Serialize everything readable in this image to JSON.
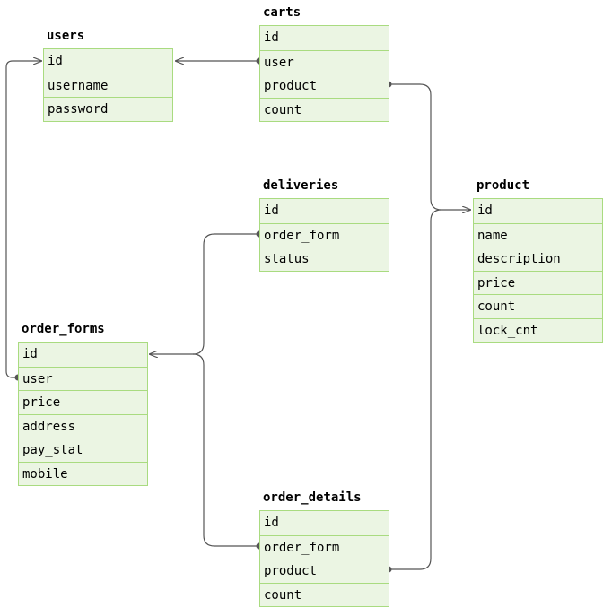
{
  "tables": {
    "users": {
      "title": "users",
      "fields": [
        "id",
        "username",
        "password"
      ]
    },
    "carts": {
      "title": "carts",
      "fields": [
        "id",
        "user",
        "product",
        "count"
      ]
    },
    "deliveries": {
      "title": "deliveries",
      "fields": [
        "id",
        "order_form",
        "status"
      ]
    },
    "product": {
      "title": "product",
      "fields": [
        "id",
        "name",
        "description",
        "price",
        "count",
        "lock_cnt"
      ]
    },
    "order_forms": {
      "title": "order_forms",
      "fields": [
        "id",
        "user",
        "price",
        "address",
        "pay_stat",
        "mobile"
      ]
    },
    "order_details": {
      "title": "order_details",
      "fields": [
        "id",
        "order_form",
        "product",
        "count"
      ]
    }
  },
  "relations": [
    {
      "from": "carts.user",
      "to": "users.id"
    },
    {
      "from": "carts.product",
      "to": "product.id"
    },
    {
      "from": "order_details.product",
      "to": "product.id"
    },
    {
      "from": "deliveries.order_form",
      "to": "order_forms.id"
    },
    {
      "from": "order_details.order_form",
      "to": "order_forms.id"
    },
    {
      "from": "order_forms.user",
      "to": "users.id"
    }
  ],
  "colors": {
    "table_fill": "#ebf5e3",
    "table_border": "#a9db80",
    "connector": "#555555"
  }
}
